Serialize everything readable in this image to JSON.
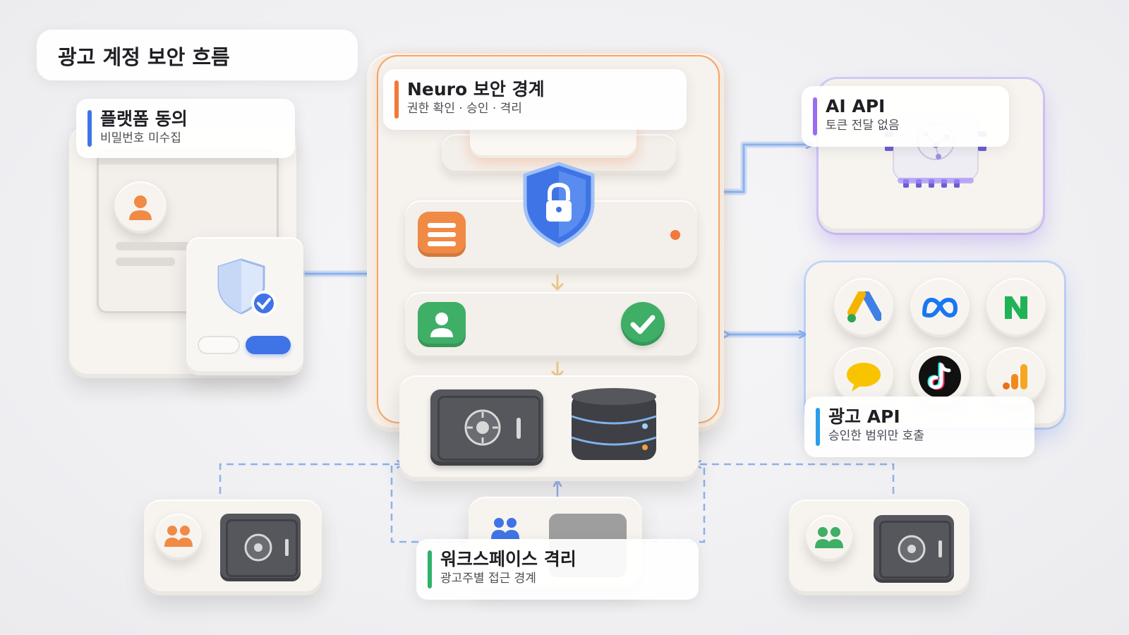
{
  "title": "광고 계정 보안 흐름",
  "platform_consent": {
    "title": "플랫폼 동의",
    "subtitle": "비밀번호 미수집"
  },
  "neuro_boundary": {
    "title": "Neuro 보안 경계",
    "subtitle": "권한 확인 · 승인 · 격리"
  },
  "ai_api": {
    "title": "AI API",
    "subtitle": "토큰 전달 없음"
  },
  "ad_api": {
    "title": "광고 API",
    "subtitle": "승인한 범위만 호출"
  },
  "workspace": {
    "title": "워크스페이스 격리",
    "subtitle": "광고주별 접근 경계"
  },
  "colors": {
    "accent_orange": "#f07a3a",
    "accent_blue": "#3f74e6",
    "accent_purple": "#9a6cf0",
    "accent_green": "#2fb36a",
    "accent_sky": "#2a9ee8"
  },
  "icons": {
    "platform_card": [
      "user-icon",
      "shield-check-icon"
    ],
    "neuro_card": [
      "lock-shield-icon",
      "server-list-icon",
      "user-icon",
      "check-icon",
      "safe-icon",
      "database-icon"
    ],
    "ai_card": [
      "ai-chip-icon"
    ],
    "ad_platforms": [
      "google-ads-icon",
      "meta-icon",
      "naver-icon",
      "kakao-icon",
      "tiktok-icon",
      "analytics-icon"
    ],
    "workspaces": [
      "team-icon",
      "safe-icon"
    ]
  }
}
